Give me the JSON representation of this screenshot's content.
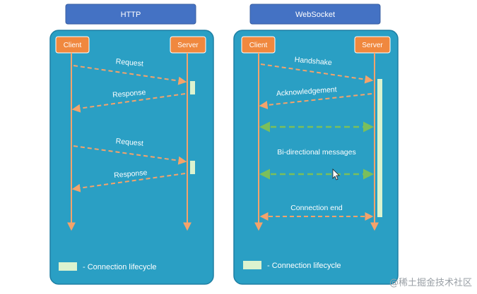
{
  "colors": {
    "title_bg": "#4472c4",
    "panel_bg": "#2a9fc4",
    "actor_bg": "#f0883e",
    "arrow_orange": "#f4a36b",
    "arrow_green": "#7bbf5b",
    "lifecycle": "#dcf3cf"
  },
  "http": {
    "title": "HTTP",
    "client": "Client",
    "server": "Server",
    "messages": [
      "Request",
      "Response",
      "Request",
      "Response"
    ],
    "legend": "- Connection lifecycle"
  },
  "websocket": {
    "title": "WebSocket",
    "client": "Client",
    "server": "Server",
    "handshake": "Handshake",
    "ack": "Acknowledgement",
    "bidi": "Bi-directional messages",
    "end": "Connection end",
    "legend": "- Connection lifecycle"
  },
  "watermark": "@稀土掘金技术社区"
}
